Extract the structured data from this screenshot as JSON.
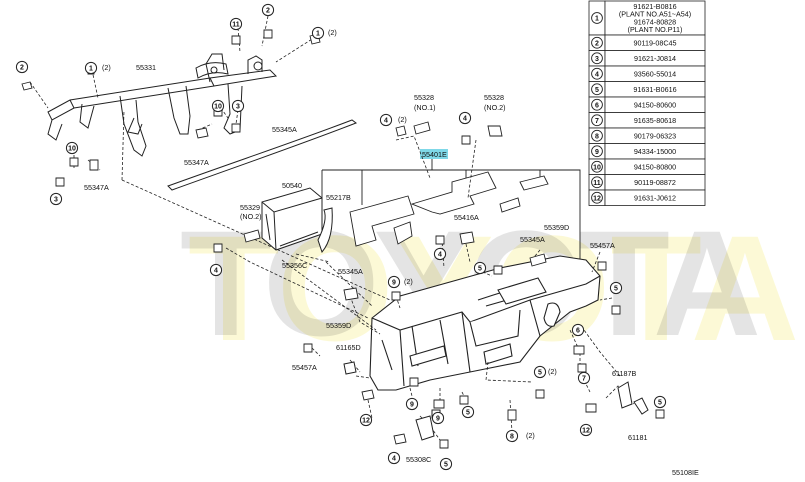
{
  "watermark": "TOYOTA",
  "diagram_code": "55108IE",
  "callout_labels": [
    {
      "id": "c55331",
      "text": "55331"
    },
    {
      "id": "c55345A_top",
      "text": "55345A"
    },
    {
      "id": "c55347A_a",
      "text": "55347A"
    },
    {
      "id": "c55347A_b",
      "text": "55347A"
    },
    {
      "id": "c55328_1",
      "text": "55328"
    },
    {
      "id": "c55328_1n",
      "text": "(NO.1)"
    },
    {
      "id": "c55328_2",
      "text": "55328"
    },
    {
      "id": "c55328_2n",
      "text": "(NO.2)"
    },
    {
      "id": "c55401E",
      "text": "55401E"
    },
    {
      "id": "c50540",
      "text": "50540"
    },
    {
      "id": "c55217B",
      "text": "55217B"
    },
    {
      "id": "c55329",
      "text": "55329"
    },
    {
      "id": "c55329n",
      "text": "(NO.2)"
    },
    {
      "id": "c55356C",
      "text": "55356C"
    },
    {
      "id": "c55416A",
      "text": "55416A"
    },
    {
      "id": "c55359D_r",
      "text": "55359D"
    },
    {
      "id": "c55345A_r",
      "text": "55345A"
    },
    {
      "id": "c55457A_r",
      "text": "55457A"
    },
    {
      "id": "c55345A_m",
      "text": "55345A"
    },
    {
      "id": "c55359D_l",
      "text": "55359D"
    },
    {
      "id": "c61165D",
      "text": "61165D"
    },
    {
      "id": "c55457A_l",
      "text": "55457A"
    },
    {
      "id": "c61187B",
      "text": "61187B"
    },
    {
      "id": "c61181",
      "text": "61181"
    },
    {
      "id": "c55308C",
      "text": "55308C"
    },
    {
      "id": "q1a",
      "text": "(2)"
    },
    {
      "id": "q1b",
      "text": "(2)"
    },
    {
      "id": "q4",
      "text": "(2)"
    },
    {
      "id": "q9",
      "text": "(2)"
    },
    {
      "id": "q5",
      "text": "(2)"
    },
    {
      "id": "q8",
      "text": "(2)"
    }
  ],
  "reference_table": {
    "rows": [
      {
        "num": "1",
        "parts": [
          "91621-B0816",
          "(PLANT NO.A51~A54)",
          "91674-80828",
          "(PLANT NO.P11)"
        ]
      },
      {
        "num": "2",
        "parts": [
          "90119-08C45"
        ]
      },
      {
        "num": "3",
        "parts": [
          "91621-J0814"
        ]
      },
      {
        "num": "4",
        "parts": [
          "93560-55014"
        ]
      },
      {
        "num": "5",
        "parts": [
          "91631-B0616"
        ]
      },
      {
        "num": "6",
        "parts": [
          "94150-80600"
        ]
      },
      {
        "num": "7",
        "parts": [
          "91635-80618"
        ]
      },
      {
        "num": "8",
        "parts": [
          "90179-06323"
        ]
      },
      {
        "num": "9",
        "parts": [
          "94334-15000"
        ]
      },
      {
        "num": "10",
        "parts": [
          "94150-80800"
        ]
      },
      {
        "num": "11",
        "parts": [
          "90119-08872"
        ]
      },
      {
        "num": "12",
        "parts": [
          "91631-J0612"
        ]
      }
    ]
  }
}
